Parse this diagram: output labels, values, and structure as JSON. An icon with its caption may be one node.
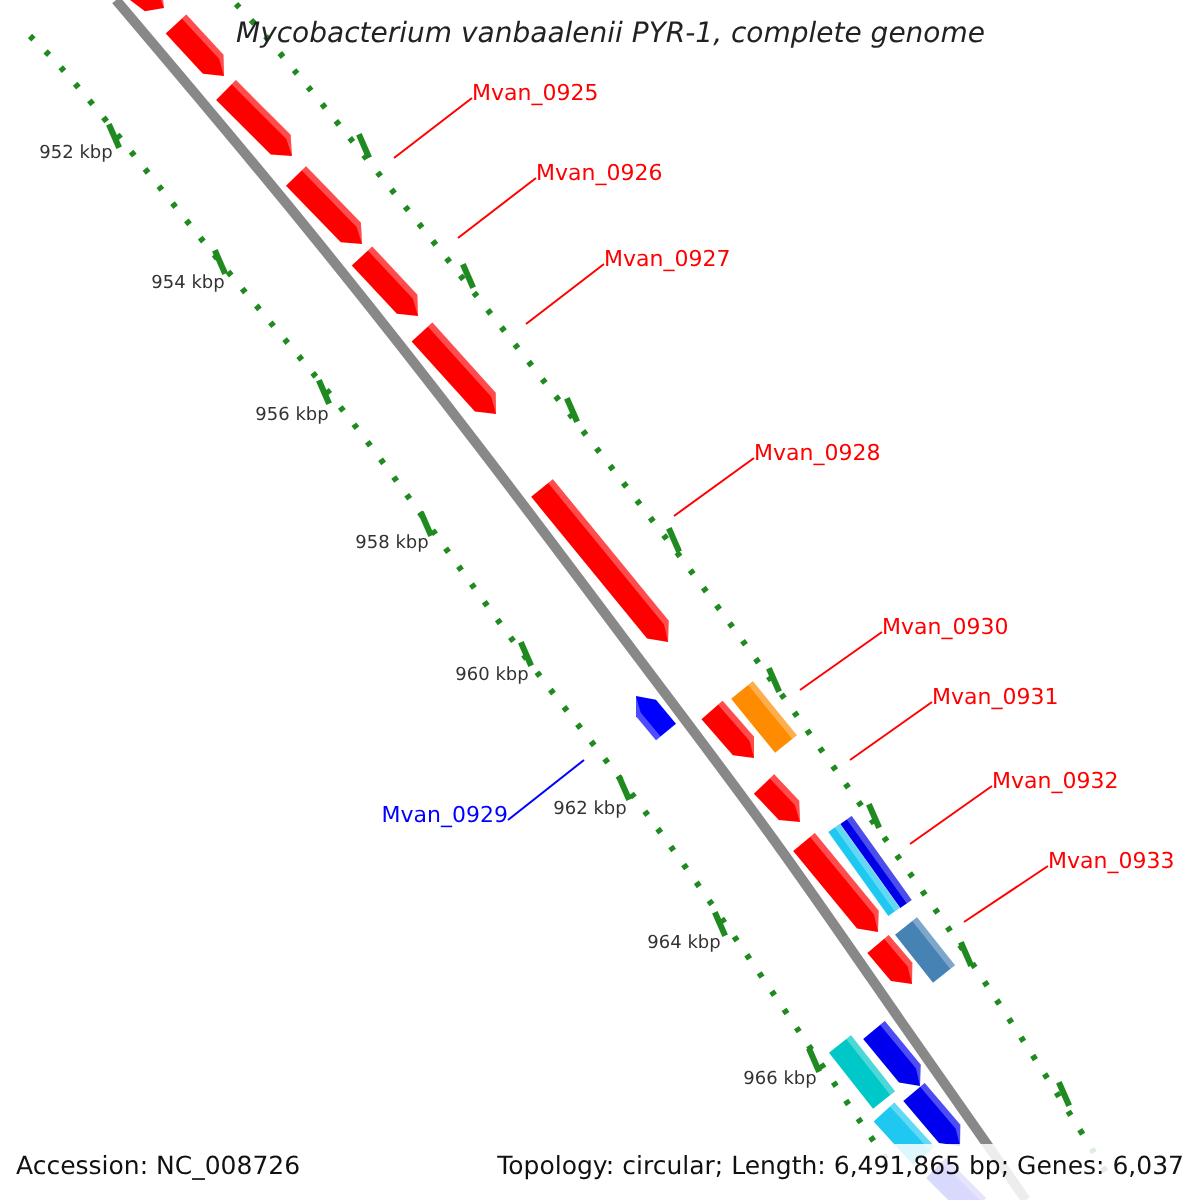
{
  "diagram": {
    "title": "Mycobacterium vanbaalenii PYR-1, complete genome",
    "nodes": [
      {
        "text": [
          "Mvan_0925"
        ]
      },
      {
        "text": [
          "Mvan_0926"
        ]
      },
      {
        "text": [
          "Mvan_0927"
        ]
      },
      {
        "text": [
          "Mvan_0928"
        ]
      },
      {
        "text": [
          "Mvan_0930"
        ]
      },
      {
        "text": [
          "Mvan_0931"
        ]
      },
      {
        "text": [
          "Mvan_0932"
        ]
      },
      {
        "text": [
          "Mvan_0929"
        ]
      },
      {
        "text": [
          "Mvan_0933"
        ]
      }
    ],
    "edges": [
      {
        "from": 0,
        "to": null,
        "arrow": "none"
      },
      {
        "from": 1,
        "to": null,
        "arrow": "none"
      },
      {
        "from": 2,
        "to": null,
        "arrow": "none"
      },
      {
        "from": 3,
        "to": null,
        "arrow": "none"
      },
      {
        "from": 4,
        "to": null,
        "arrow": "none"
      },
      {
        "from": 5,
        "to": null,
        "arrow": "none"
      },
      {
        "from": 6,
        "to": null,
        "arrow": "none"
      },
      {
        "from": 7,
        "to": null,
        "arrow": "none",
        "color": "#0000ff"
      },
      {
        "from": 8,
        "to": null,
        "arrow": "none"
      }
    ],
    "labels": [
      "952 kbp",
      "954 kbp",
      "956 kbp",
      "958 kbp",
      "960 kbp",
      "962 kbp",
      "964 kbp",
      "966 kbp",
      "Accession: NC_008726",
      "Topology: circular; Length: 6,491,865 bp; Genes: 6,037"
    ]
  }
}
